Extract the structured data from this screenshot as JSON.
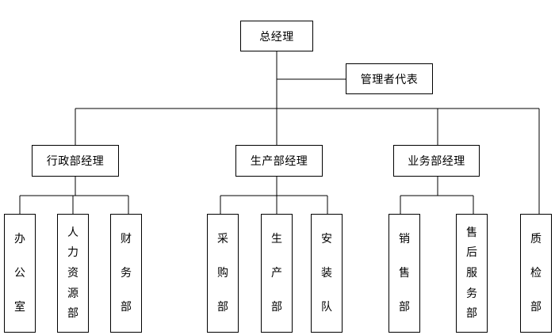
{
  "top": {
    "gm": "总经理",
    "rep": "管理者代表"
  },
  "managers": {
    "admin": "行政部经理",
    "production": "生产部经理",
    "business": "业务部经理"
  },
  "departments": {
    "office": [
      "办",
      "公",
      "室"
    ],
    "hr": [
      "人",
      "力",
      "资",
      "源",
      "部"
    ],
    "finance": [
      "财",
      "务",
      "部"
    ],
    "purchasing": [
      "采",
      "购",
      "部"
    ],
    "production": [
      "生",
      "产",
      "部"
    ],
    "installation": [
      "安",
      "装",
      "队"
    ],
    "sales": [
      "销",
      "售",
      "部"
    ],
    "after_sales": [
      "售",
      "后",
      "服",
      "务",
      "部"
    ],
    "qc": [
      "质",
      "检",
      "部"
    ]
  }
}
